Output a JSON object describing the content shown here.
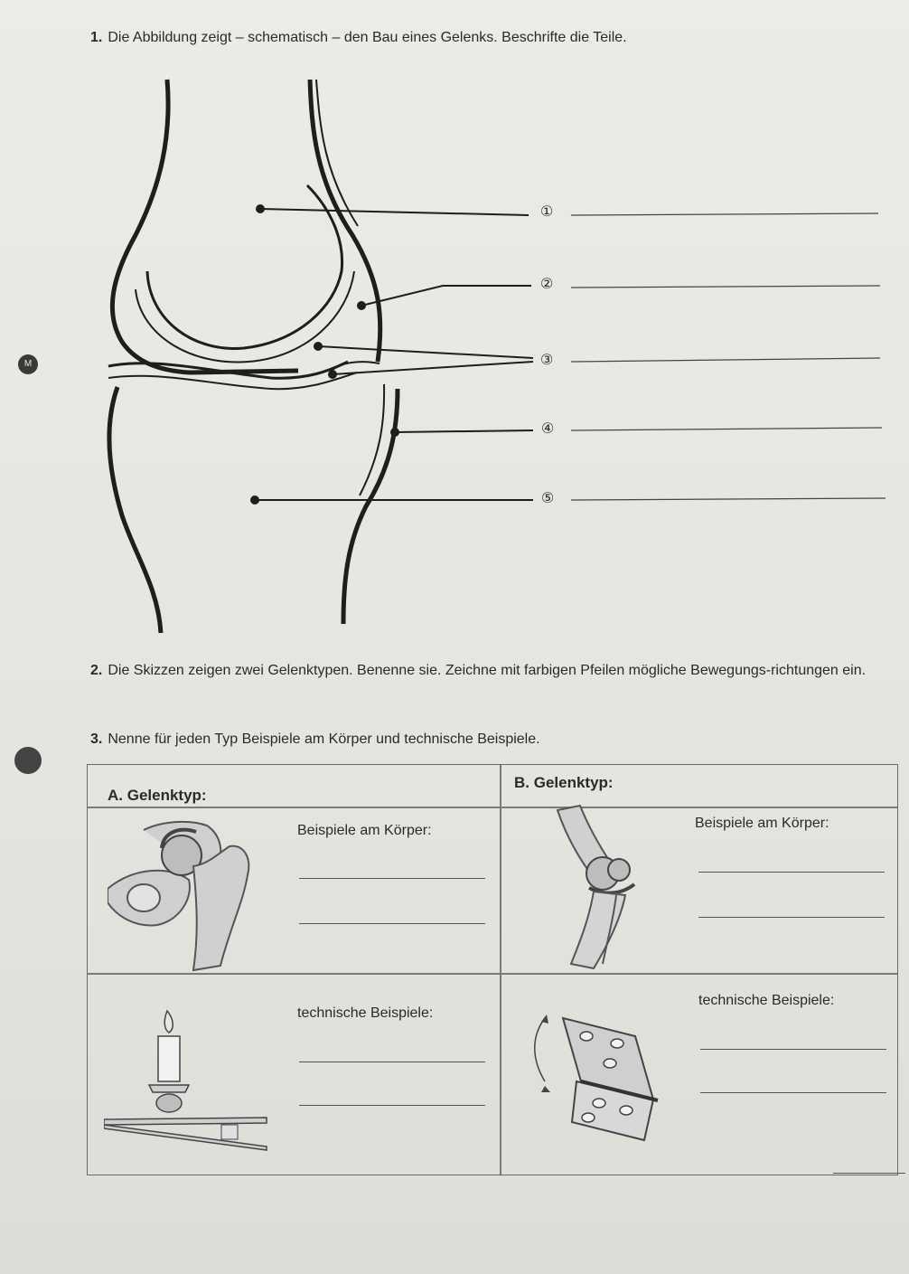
{
  "questions": {
    "q1": {
      "num": "1.",
      "text": "Die Abbildung zeigt – schematisch – den Bau eines Gelenks. Beschrifte die Teile."
    },
    "q2": {
      "num": "2.",
      "text": "Die Skizzen zeigen zwei Gelenktypen. Benenne sie. Zeichne mit farbigen Pfeilen mögliche Bewegungs-richtungen ein."
    },
    "q3": {
      "num": "3.",
      "text": "Nenne für jeden Typ Beispiele am Körper und technische Beispiele."
    }
  },
  "callouts": [
    "①",
    "②",
    "③",
    "④",
    "⑤"
  ],
  "margin_marker": "M",
  "table": {
    "header_a": "A. Gelenktyp:",
    "header_b": "B. Gelenktyp:",
    "body_a_label": "Beispiele am Körper:",
    "body_b_label": "Beispiele am Körper:",
    "tech_a_label": "technische Beispiele:",
    "tech_b_label": "technische Beispiele:"
  }
}
